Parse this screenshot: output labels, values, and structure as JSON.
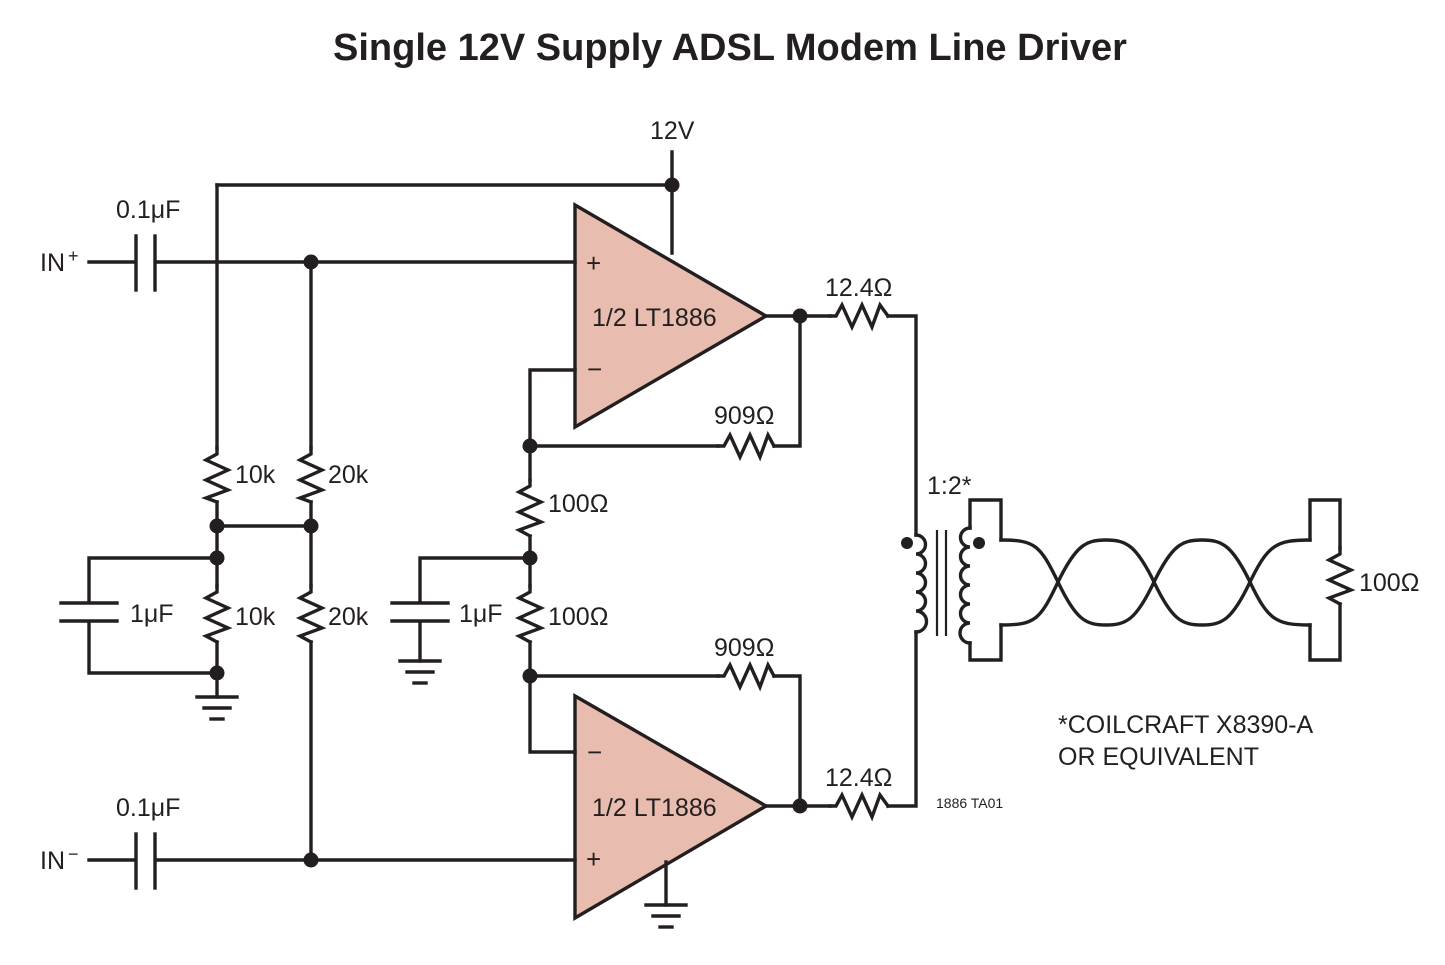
{
  "title": "Single 12V Supply ADSL Modem Line Driver",
  "supply_label": "12V",
  "inputs": {
    "positive": "IN",
    "positive_sup": "+",
    "negative": "IN",
    "negative_sup": "−"
  },
  "capacitors": {
    "coupling_top": "0.1μF",
    "coupling_bottom": "0.1μF",
    "bypass_left": "1μF",
    "bypass_mid": "1μF"
  },
  "resistors": {
    "divider_top_left": "10k",
    "divider_bottom_left": "10k",
    "divider_top_right": "20k",
    "divider_bottom_right": "20k",
    "gain_top": "100Ω",
    "gain_bottom": "100Ω",
    "feedback_top": "909Ω",
    "feedback_bottom": "909Ω",
    "series_top": "12.4Ω",
    "series_bottom": "12.4Ω",
    "load": "100Ω"
  },
  "opamps": {
    "top": "1/2 LT1886",
    "bottom": "1/2 LT1886",
    "plus": "+",
    "minus": "−"
  },
  "transformer": {
    "ratio": "1:2*"
  },
  "notes": {
    "line1": "*COILCRAFT X8390-A",
    "line2": "OR EQUIVALENT",
    "figure_id": "1886 TA01"
  },
  "colors": {
    "line": "#231f20",
    "opamp_fill": "#e8bcae"
  }
}
